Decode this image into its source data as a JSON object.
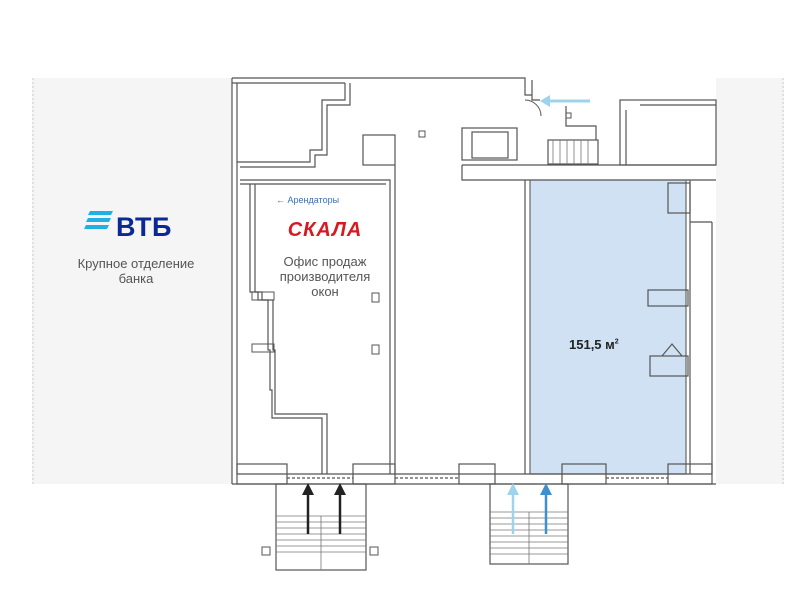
{
  "bank": {
    "logo_text": "ВТБ",
    "description_line1": "Крупное отделение",
    "description_line2": "банка"
  },
  "tenant_office": {
    "logo_text": "СКАЛА",
    "description_line1": "Офис продаж",
    "description_line2": "производителя",
    "description_line3": "окон",
    "tenants_note": "Арендаторы"
  },
  "highlighted_unit": {
    "area_value": "151,5 м",
    "area_unit_sup": "2"
  },
  "colors": {
    "vtb_blue": "#0a2896",
    "vtb_cyan": "#1fb0e6",
    "skala_red": "#d71920",
    "highlight_fill": "#cfe1f3",
    "arrow_light": "#9fd3ec",
    "arrow_blue": "#3d8fce",
    "arrow_dark": "#222222",
    "wall": "#555555",
    "side_panel": "#f5f5f5"
  },
  "icons": [
    "arrow-left-icon",
    "arrow-up-icon",
    "restroom-icon",
    "stairs-icon"
  ]
}
